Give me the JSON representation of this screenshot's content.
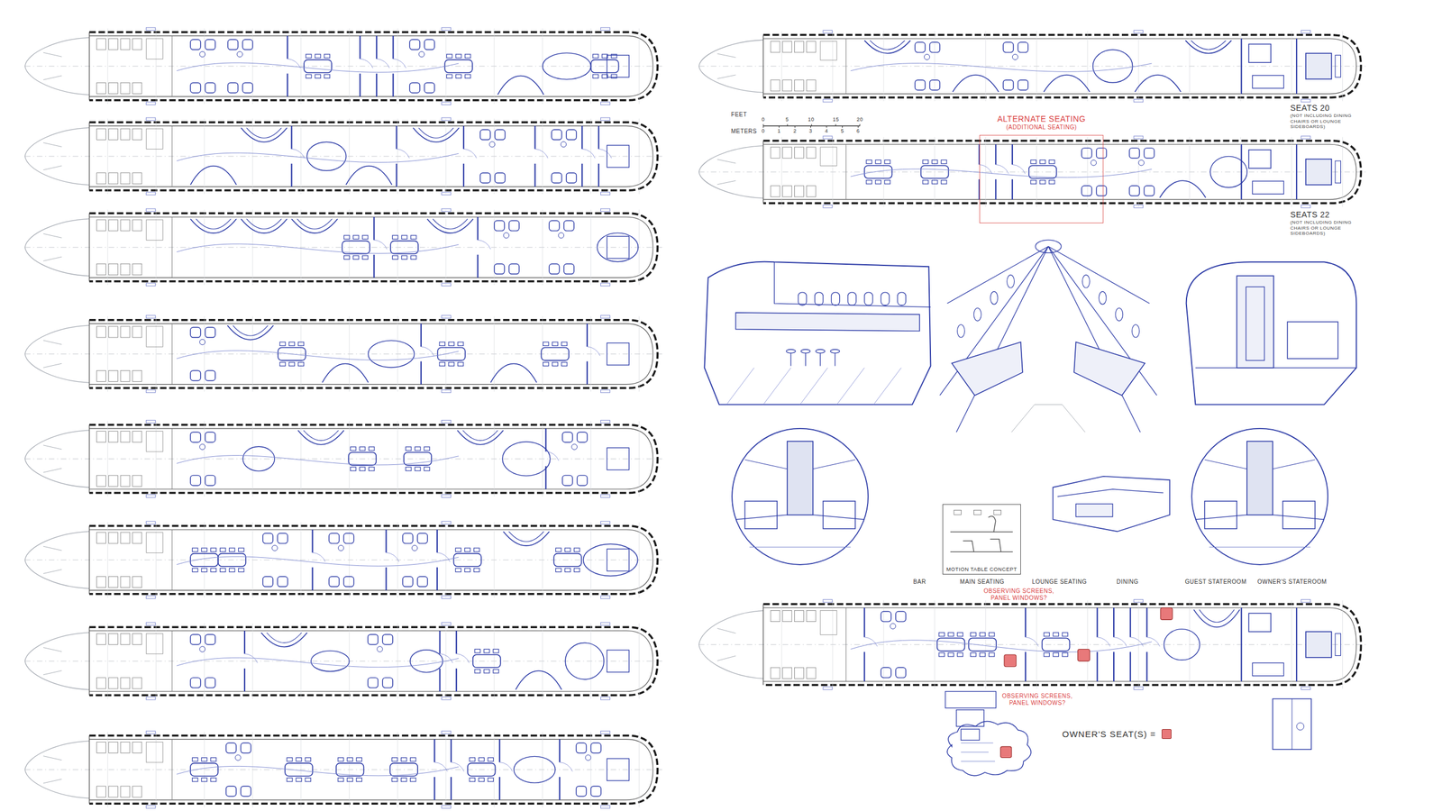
{
  "diagram": {
    "nodes": [
      {
        "text": [
          "ALTERNATE SEATING",
          "(ADDITIONAL SEATING)"
        ]
      },
      {
        "text": [
          "MOTION TABLE CONCEPT"
        ]
      }
    ],
    "labels": [
      "FEET",
      "0",
      "5",
      "10",
      "15",
      "20",
      "METERS",
      "0",
      "1",
      "2",
      "3",
      "4",
      "5",
      "6",
      "SEATS 20",
      "(NOT INCLUDING DINING CHAIRS OR LOUNGE SIDEBOARDS)",
      "SEATS 22",
      "(NOT INCLUDING DINING CHAIRS OR LOUNGE SIDEBOARDS)",
      "BAR",
      "MAIN SEATING",
      "LOUNGE SEATING",
      "DINING",
      "GUEST STATEROOM",
      "OWNER'S STATEROOM",
      "OBSERVING SCREENS, PANEL WINDOWS?",
      "OBSERVING SCREENS, PANEL WINDOWS?"
    ],
    "legend": [
      {
        "text": "OWNER'S SEAT(S) =",
        "color": "#e8797a"
      }
    ]
  }
}
